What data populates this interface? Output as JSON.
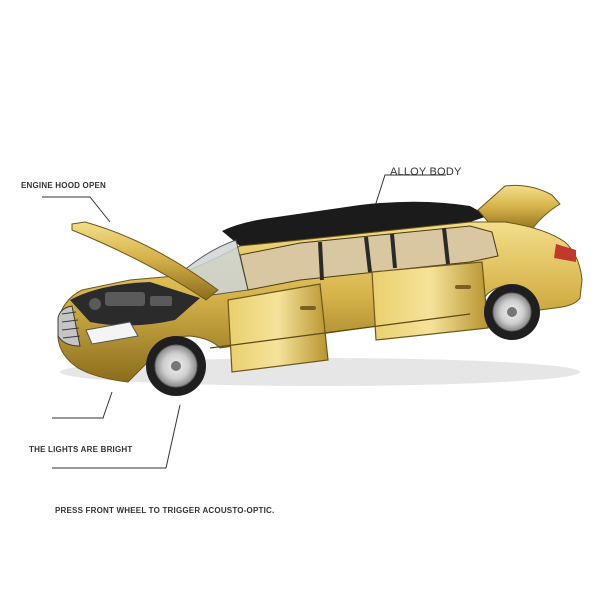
{
  "callouts": {
    "engine_hood": "ENGINE HOOD OPEN",
    "alloy_body": "ALLOY BODY",
    "lights": "THE LIGHTS ARE BRIGHT",
    "press_wheel": "PRESS FRONT WHEEL TO TRIGGER ACOUSTO-OPTIC."
  },
  "colors": {
    "body_gold": "#c9a233",
    "roof": "#1a1a1a",
    "interior": "#d9c7a2",
    "line": "#333333"
  }
}
